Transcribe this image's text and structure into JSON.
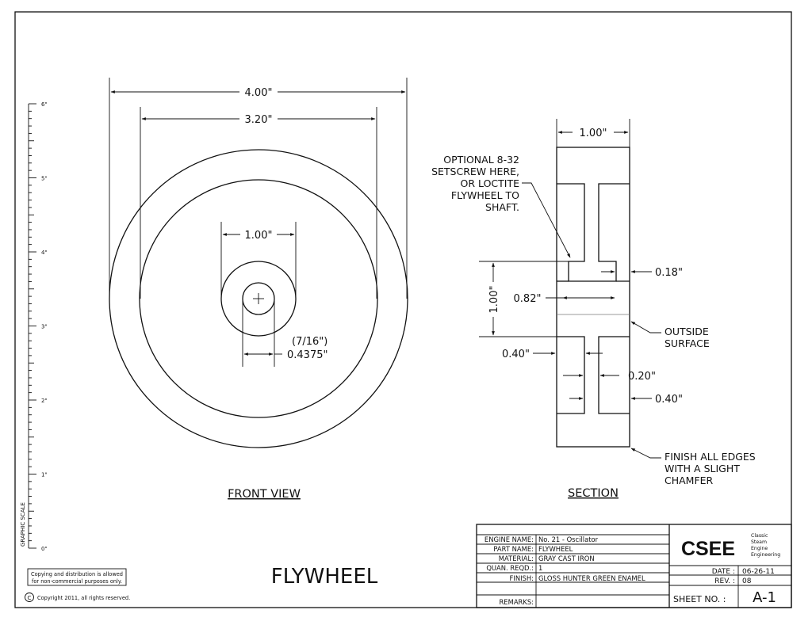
{
  "drawing_title": "FLYWHEEL",
  "views": {
    "front": "FRONT VIEW",
    "section": "SECTION"
  },
  "dimensions": {
    "outer_diameter": "4.00\"",
    "rim_inner_diameter": "3.20\"",
    "hub_diameter": "1.00\"",
    "bore_fraction": "(7/16\")",
    "bore_decimal": "0.4375\"",
    "section_width": "1.00\"",
    "hub_length": "1.00\"",
    "hub_inner": "0.82\"",
    "hub_offset": "0.18\"",
    "web_offset": "0.40\"",
    "web_thickness": "0.20\"",
    "rim_step": "0.40\""
  },
  "notes": {
    "setscrew": [
      "OPTIONAL 8-32",
      "SETSCREW HERE,",
      "OR LOCTITE",
      "FLYWHEEL TO",
      "SHAFT."
    ],
    "outside": [
      "OUTSIDE",
      "SURFACE"
    ],
    "finish": [
      "FINISH ALL EDGES",
      "WITH A SLIGHT",
      "CHAMFER"
    ]
  },
  "scale": {
    "label": "GRAPHIC SCALE",
    "ticks": [
      "0\"",
      "1\"",
      "2\"",
      "3\"",
      "4\"",
      "5\"",
      "6\""
    ]
  },
  "copyright": {
    "notice_line1": "Copying and distribution is allowed",
    "notice_line2": "for non-commercial purposes only.",
    "symbol": "C",
    "text": "Copyright 2011, all rights reserved."
  },
  "title_block": {
    "rows": [
      {
        "label": "ENGINE NAME:",
        "value": "No. 21 - Oscillator"
      },
      {
        "label": "PART NAME:",
        "value": "FLYWHEEL"
      },
      {
        "label": "MATERIAL:",
        "value": "GRAY CAST IRON"
      },
      {
        "label": "QUAN. REQD.:",
        "value": "1"
      },
      {
        "label": "FINISH:",
        "value": "GLOSS HUNTER GREEN ENAMEL"
      },
      {
        "label": "REMARKS:",
        "value": ""
      }
    ],
    "logo": "CSEE",
    "logo_words": [
      "Classic",
      "Steam",
      "Engine",
      "Engineering"
    ],
    "date_label": "DATE :",
    "date": "06-26-11",
    "rev_label": "REV. :",
    "rev": "08",
    "sheet_label": "SHEET NO. :",
    "sheet": "A-1"
  }
}
